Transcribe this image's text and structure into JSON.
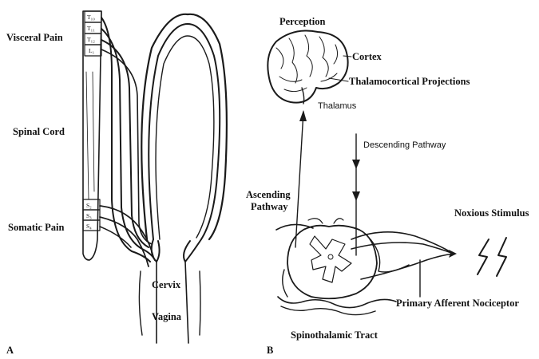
{
  "panel_a": {
    "panel_label": "A",
    "visceral_pain": "Visceral Pain",
    "spinal_cord": "Spinal Cord",
    "somatic_pain": "Somatic Pain",
    "cervix": "Cervix",
    "vagina": "Vagina",
    "segments_upper": [
      "T₁₀",
      "T₁₁",
      "T₁₂",
      "L₁"
    ],
    "segments_lower": [
      "S₂",
      "S₃",
      "S₄"
    ]
  },
  "panel_b": {
    "panel_label": "B",
    "perception": "Perception",
    "cortex": "Cortex",
    "thalamocortical": "Thalamocortical Projections",
    "thalamus": "Thalamus",
    "descending_pathway": "Descending Pathway",
    "ascending_line1": "Ascending",
    "ascending_line2": "Pathway",
    "noxious_stimulus": "Noxious Stimulus",
    "primary_afferent": "Primary Afferent Nociceptor",
    "spinothalamic": "Spinothalamic Tract"
  }
}
